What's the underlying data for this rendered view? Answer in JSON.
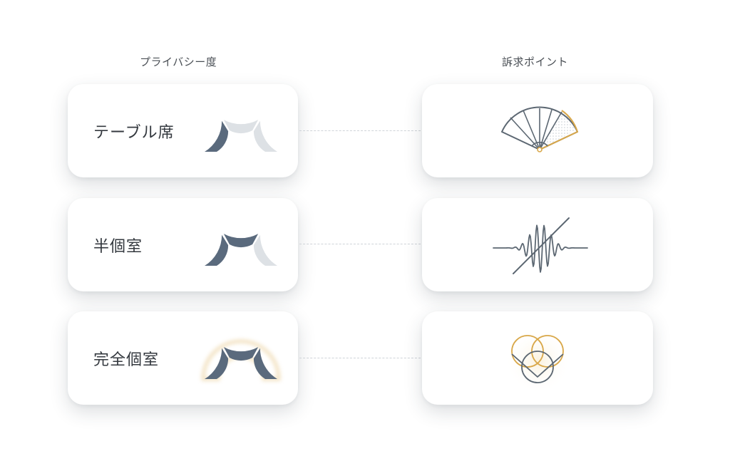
{
  "headers": {
    "privacy": "プライバシー度",
    "appeal": "訴求ポイント"
  },
  "rows": [
    {
      "label": "テーブル席",
      "privacy_level": 1,
      "appeal_icon": "folding-fan-icon"
    },
    {
      "label": "半個室",
      "privacy_level": 2,
      "appeal_icon": "sound-wave-muted-icon"
    },
    {
      "label": "完全個室",
      "privacy_level": 3,
      "appeal_icon": "interlocking-rings-icon"
    }
  ],
  "gauge_segments_total": 3,
  "colors": {
    "gauge_active": "#5a6a7d",
    "gauge_inactive": "#dde1e5",
    "gold": "#d9a84a",
    "line": "#5c6772",
    "connector": "#cfd3d8"
  }
}
